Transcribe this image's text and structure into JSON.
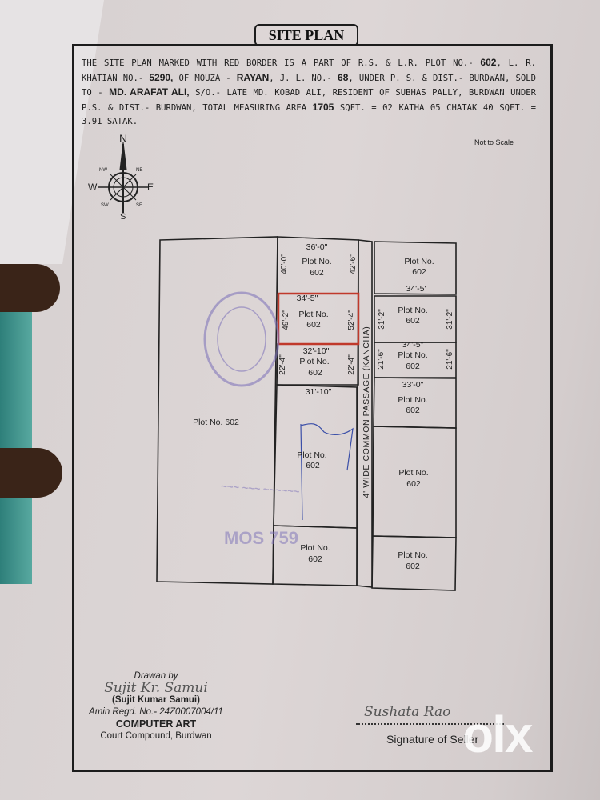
{
  "title": "SITE PLAN",
  "description": {
    "p1": "THE SITE PLAN MARKED WITH RED  BORDER IS A PART OF R.S. & L.R. PLOT NO.- ",
    "plot": "602",
    "p2": ", L. R. KHATIAN NO.- ",
    "khatian": "5290,",
    "p3": " OF MOUZA - ",
    "mouza": "RAYAN",
    "p4": ", J. L. NO.- ",
    "jl": "68",
    "p5": ", UNDER P. S. & DIST.- BURDWAN, SOLD TO - ",
    "buyer": "MD. ARAFAT ALI,",
    "p6": "  S/O.- LATE MD. KOBAD ALI, RESIDENT OF SUBHAS PALLY, BURDWAN UNDER P.S. & DIST.- BURDWAN, TOTAL MEASURING AREA ",
    "area": "1705",
    "p7": " SQFT. = 02 KATHA 05 CHATAK 40 SQFT. = 3.91 SATAK."
  },
  "not_to_scale": "Not to Scale",
  "compass": {
    "n": "N",
    "s": "S",
    "e": "E",
    "w": "W",
    "ne": "NE",
    "nw": "NW",
    "se": "SE",
    "sw": "SW"
  },
  "plot_label": "Plot No.",
  "plot_number": "602",
  "big_plot": "Plot No. 602",
  "passage": "4' WIDE COMMON PASSAGE (KANCHA)",
  "dims": {
    "top_w": "36'-0\"",
    "top_l": "40'-0\"",
    "top_r": "42'-6\"",
    "red_w": "34'-5\"",
    "red_l": "49'-2\"",
    "red_r": "52'-4\"",
    "m3_w": "32'-10\"",
    "m3_l": "22'-4\"",
    "m3_r": "22'-4\"",
    "m4_w": "31'-10\"",
    "r1_w": "34'-5'",
    "r2_l": "31'-2\"",
    "r2_r": "31'-2\"",
    "r3_w": "34'-5\"",
    "r3_l": "21'-6\"",
    "r3_r": "21'-6\"",
    "r4_w": "33'-0\""
  },
  "drawn_by": {
    "label": "Drawan by",
    "signature": "Sujit Kr. Samui",
    "name": "(Sujit Kumar Samui)",
    "regd": "Amin Regd. No.- 24Z0007004/11",
    "firm": "COMPUTER ART",
    "address": "Court Compound, Burdwan"
  },
  "seller": {
    "signature": "Sushata Rao",
    "label": "Signature of Seller"
  },
  "watermark": "olx",
  "colors": {
    "red_border": "#c0392b",
    "stamp": "#7a6fb8",
    "pen": "#3b4fa8"
  }
}
